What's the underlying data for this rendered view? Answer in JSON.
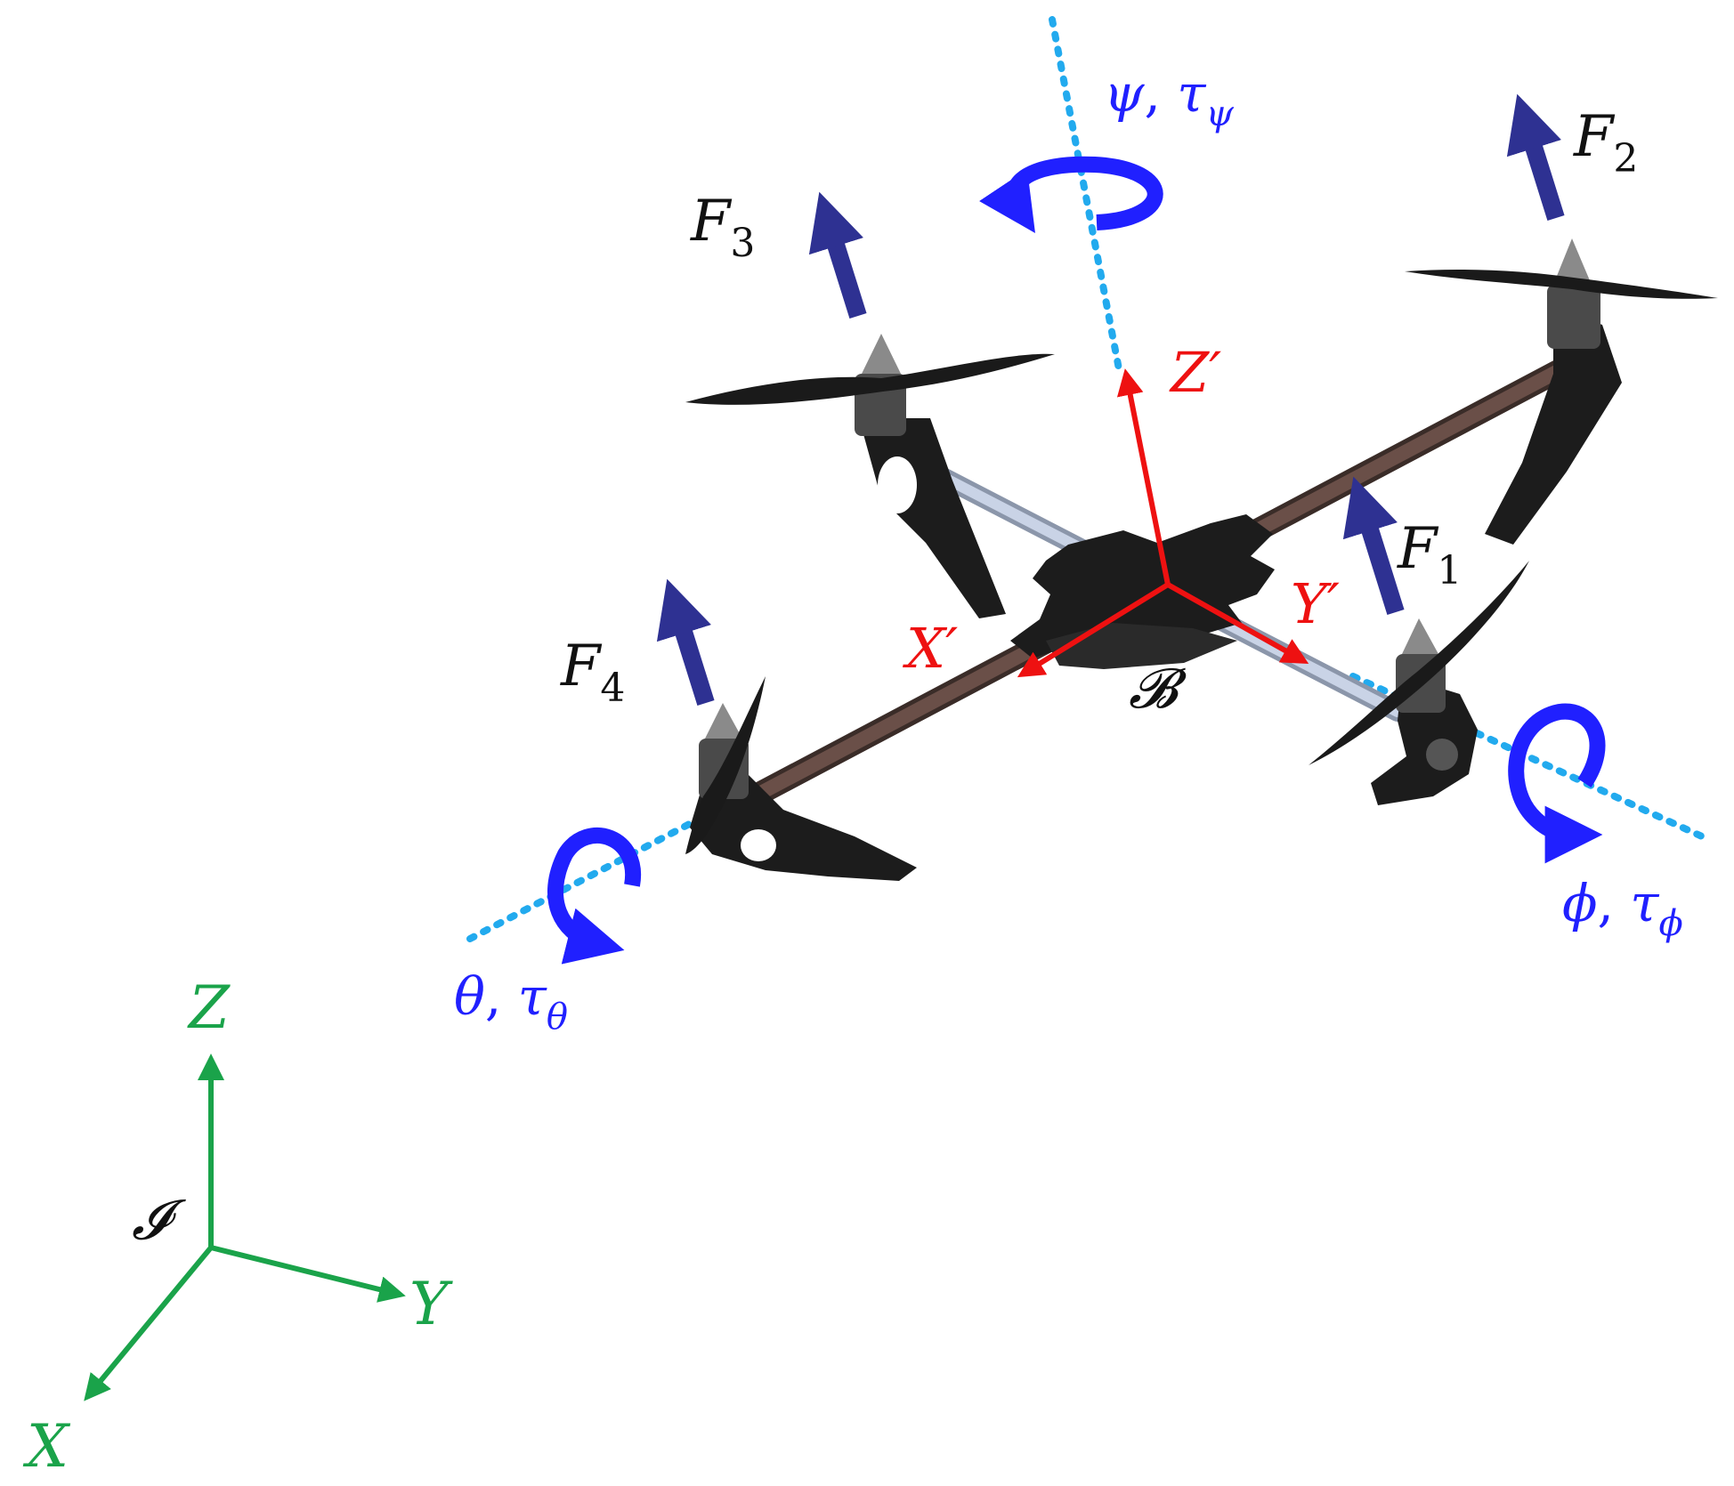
{
  "colors": {
    "inertial": "#1aa34a",
    "body_frame": "#ee1111",
    "thrust": "#2e3192",
    "torque": "#2020ff",
    "axis_dots": "#22aaee",
    "text": "#111111",
    "frame_dark": "#1c1c1c",
    "arm_brown": "#6a4f48",
    "arm_light": "#c9d3e6",
    "motor_gray": "#4a4a4a"
  },
  "labels": {
    "inertial": {
      "frame": "𝓘",
      "x": "X",
      "y": "Y",
      "z": "Z"
    },
    "body": {
      "frame": "𝓑",
      "x": "X′",
      "y": "Y′",
      "z": "Z′"
    },
    "thrusts": {
      "f1": {
        "main": "F",
        "sub": "1"
      },
      "f2": {
        "main": "F",
        "sub": "2"
      },
      "f3": {
        "main": "F",
        "sub": "3"
      },
      "f4": {
        "main": "F",
        "sub": "4"
      }
    },
    "torques": {
      "yaw": {
        "angle": "ψ",
        "tau": "τ",
        "sub": "ψ"
      },
      "roll": {
        "angle": "ϕ",
        "tau": "τ",
        "sub": "ϕ"
      },
      "pitch": {
        "angle": "θ",
        "tau": "τ",
        "sub": "θ"
      }
    }
  }
}
